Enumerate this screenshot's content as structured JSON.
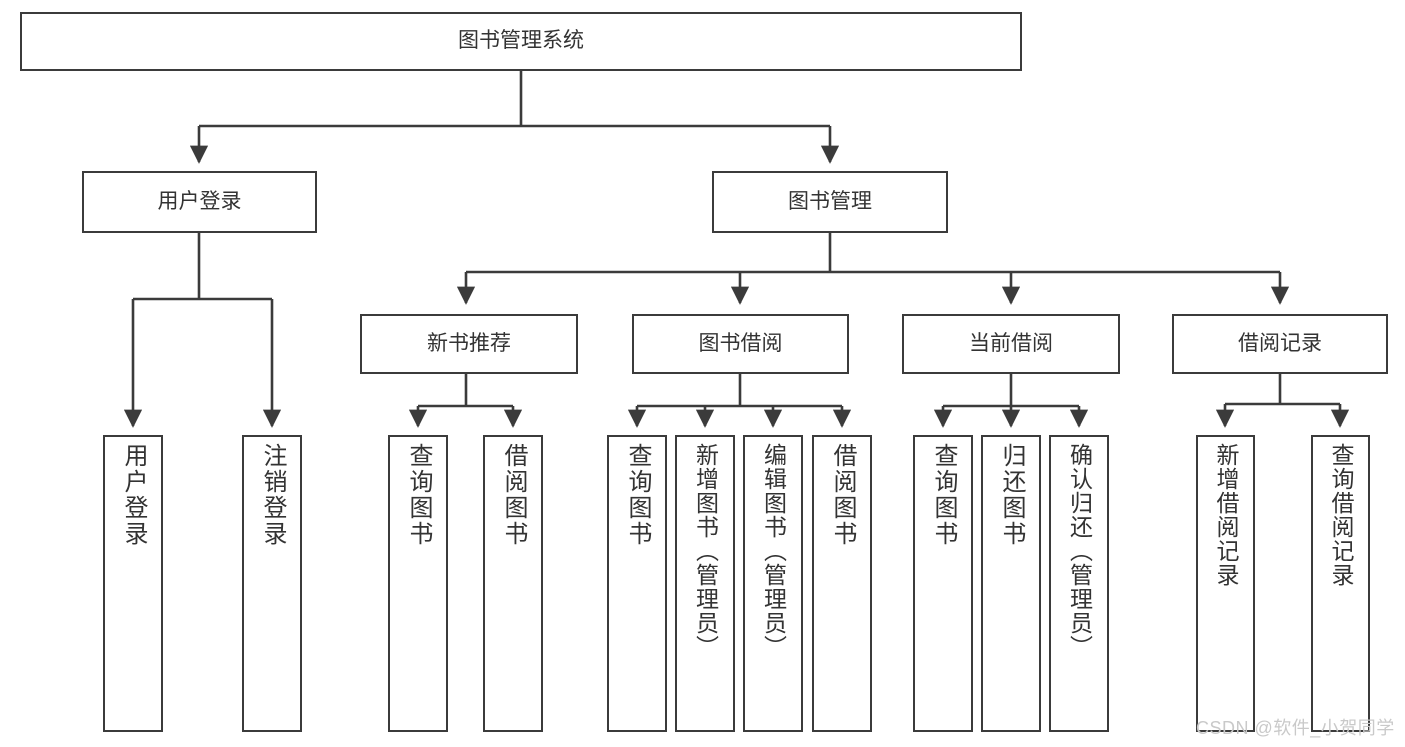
{
  "diagram": {
    "title": "图书管理系统",
    "type": "tree-hierarchy",
    "root": {
      "label": "图书管理系统"
    },
    "level2": [
      {
        "label": "用户登录"
      },
      {
        "label": "图书管理"
      }
    ],
    "level3": [
      {
        "label": "新书推荐"
      },
      {
        "label": "图书借阅"
      },
      {
        "label": "当前借阅"
      },
      {
        "label": "借阅记录"
      }
    ],
    "leaves": {
      "user_login": [
        {
          "label": "用户登录"
        },
        {
          "label": "注销登录"
        }
      ],
      "new_book_recommend": [
        {
          "label": "查询图书"
        },
        {
          "label": "借阅图书"
        }
      ],
      "book_borrow": [
        {
          "label": "查询图书"
        },
        {
          "label": "新增图书（管理员）"
        },
        {
          "label": "编辑图书（管理员）"
        },
        {
          "label": "借阅图书"
        }
      ],
      "current_borrow": [
        {
          "label": "查询图书"
        },
        {
          "label": "归还图书"
        },
        {
          "label": "确认归还（管理员）"
        }
      ],
      "borrow_record": [
        {
          "label": "新增借阅记录"
        },
        {
          "label": "查询借阅记录"
        }
      ]
    }
  },
  "watermark": {
    "text": "CSDN @软件_小贺同学"
  },
  "colors": {
    "border": "#3b3b3b",
    "text": "#333333",
    "background": "#ffffff",
    "watermark": "#c9c9c9"
  }
}
